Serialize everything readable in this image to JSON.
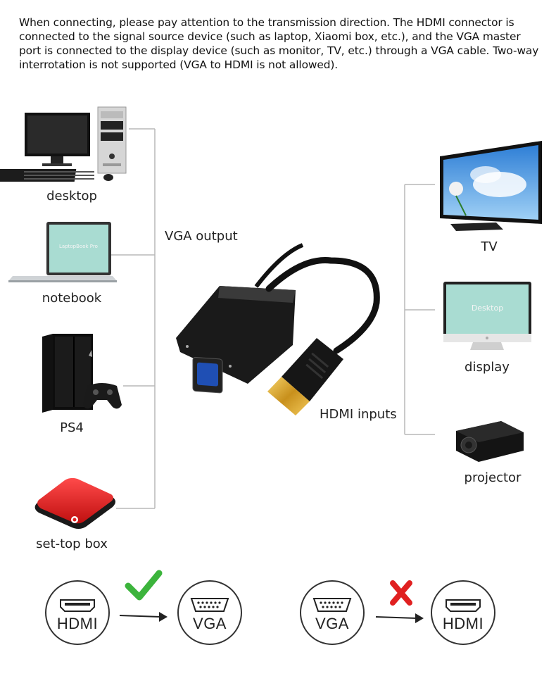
{
  "intro_text": "When connecting, please pay attention to the transmission direction. The HDMI connector is connected to the signal source device (such as laptop, Xiaomi box, etc.), and the VGA master port is connected to the display device (such as monitor, TV, etc.) through a VGA cable. Two-way interrotation is not supported (VGA to HDMI is not allowed).",
  "sources": {
    "desktop": "desktop",
    "notebook": "notebook",
    "ps4": "PS4",
    "settop": "set-top box"
  },
  "screens": {
    "laptop": "LaptopBook Pro",
    "display": "Desktop"
  },
  "connector_labels": {
    "vga_output": "VGA output",
    "hdmi_inputs": "HDMI inputs"
  },
  "displays": {
    "tv": "TV",
    "display": "display",
    "projector": "projector"
  },
  "direction": {
    "allowed": {
      "from": "HDMI",
      "to": "VGA"
    },
    "not_allowed": {
      "from": "VGA",
      "to": "HDMI"
    }
  },
  "colors": {
    "check": "#3cb43c",
    "cross": "#e02020",
    "line": "#b8b8b8"
  }
}
